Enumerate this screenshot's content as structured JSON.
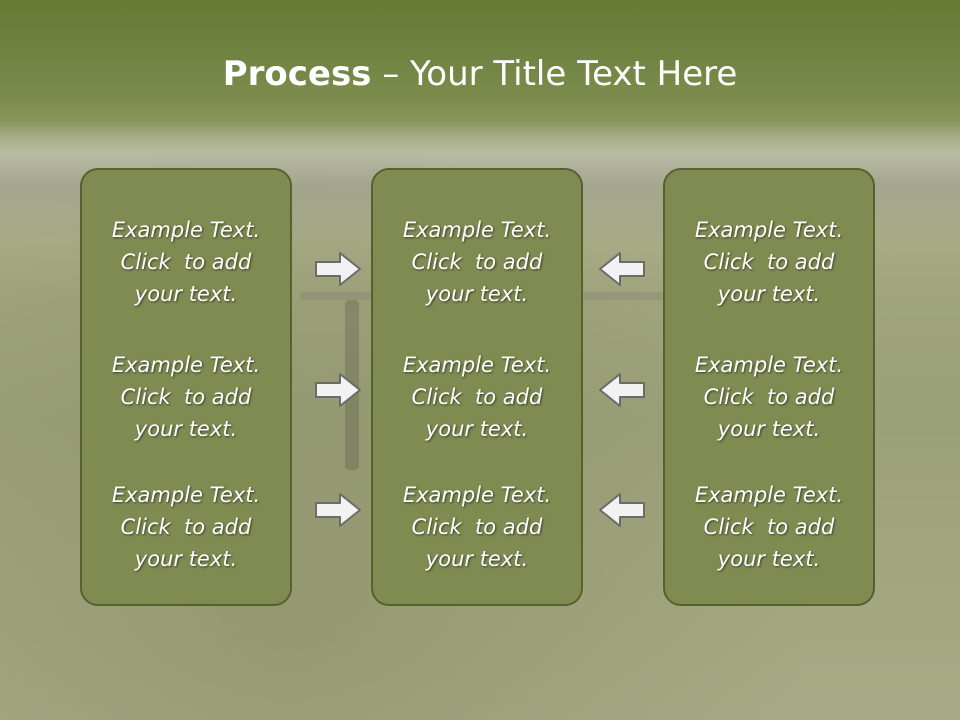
{
  "slide": {
    "title_bold": "Process",
    "title_rest": " – Your Title Text Here"
  },
  "columns": [
    {
      "items": [
        {
          "line1": "Example Text.",
          "line2": "Click  to add",
          "line3": "your text."
        },
        {
          "line1": "Example Text.",
          "line2": "Click  to add",
          "line3": "your text."
        },
        {
          "line1": "Example Text.",
          "line2": "Click  to add",
          "line3": "your text."
        }
      ]
    },
    {
      "items": [
        {
          "line1": "Example Text.",
          "line2": "Click  to add",
          "line3": "your text."
        },
        {
          "line1": "Example Text.",
          "line2": "Click  to add",
          "line3": "your text."
        },
        {
          "line1": "Example Text.",
          "line2": "Click  to add",
          "line3": "your text."
        }
      ]
    },
    {
      "items": [
        {
          "line1": "Example Text.",
          "line2": "Click  to add",
          "line3": "your text."
        },
        {
          "line1": "Example Text.",
          "line2": "Click  to add",
          "line3": "your text."
        },
        {
          "line1": "Example Text.",
          "line2": "Click  to add",
          "line3": "your text."
        }
      ]
    }
  ],
  "icons": {
    "left_arrows": "arrow-right-icon",
    "right_arrows": "arrow-left-icon"
  },
  "colors": {
    "header": "#6f8240",
    "box_fill": "#808b52",
    "box_border": "#56612f",
    "arrow_fill": "#f2f2f2",
    "arrow_stroke": "#6b6b6b"
  }
}
